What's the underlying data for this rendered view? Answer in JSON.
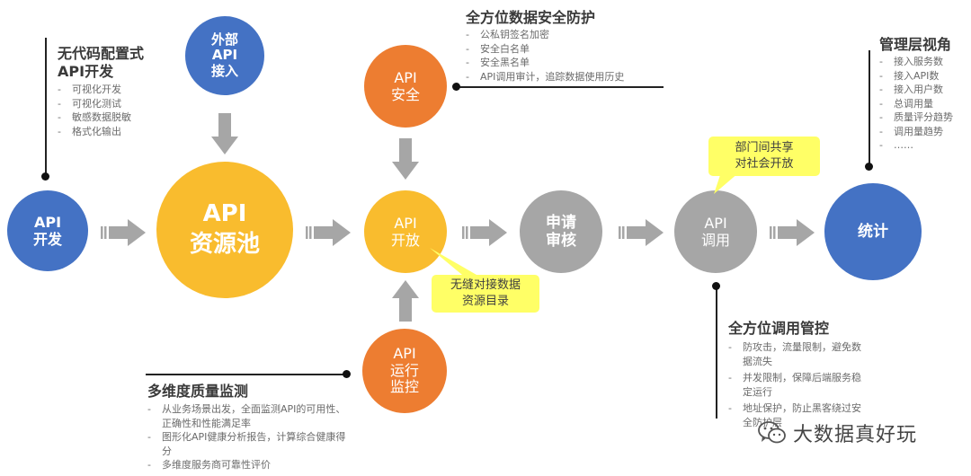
{
  "nodes": {
    "api_dev": [
      "API",
      "开发"
    ],
    "external_api": [
      "外部",
      "API",
      "接入"
    ],
    "resource_pool": [
      "API",
      "资源池"
    ],
    "security": [
      "API",
      "安全"
    ],
    "open": [
      "API",
      "开放"
    ],
    "monitor": [
      "API",
      "运行",
      "监控"
    ],
    "review": [
      "申请",
      "审核"
    ],
    "invoke": [
      "API",
      "调用"
    ],
    "stats": "统计"
  },
  "notes": {
    "seamless": [
      "无缝对接数据",
      "资源目录"
    ],
    "sharing": [
      "部门间共享",
      "对社会开放"
    ]
  },
  "annotations": {
    "lowcode": {
      "title": [
        "无代码配置式",
        "API开发"
      ],
      "items": [
        "可视化开发",
        "可视化测试",
        "敏感数据脱敏",
        "格式化输出"
      ]
    },
    "security": {
      "title": "全方位数据安全防护",
      "items": [
        "公私钥签名加密",
        "安全白名单",
        "安全黑名单",
        "API调用审计，追踪数据使用历史"
      ]
    },
    "management": {
      "title": "管理层视角",
      "items": [
        "接入服务数",
        "接入API数",
        "接入用户数",
        "总调用量",
        "质量评分趋势",
        "调用量趋势",
        "……"
      ]
    },
    "quality": {
      "title": "多维度质量监测",
      "items": [
        "从业务场景出发，全面监测API的可用性、正确性和性能满足率",
        "图形化API健康分析报告，计算综合健康得分",
        "多维度服务商可靠性评价"
      ]
    },
    "control": {
      "title": "全方位调用管控",
      "items": [
        "防攻击，流量限制，避免数据流失",
        "并发限制，保障后端服务稳定运行",
        "地址保护，防止黑客绕过安全防护层"
      ]
    }
  },
  "watermark": "大数据真好玩",
  "colors": {
    "blue": "#4472c4",
    "orange": "#ed7d31",
    "gold": "#f9bc2e",
    "gray": "#a6a6a6",
    "note_yellow": "#ffff66",
    "arrow_gray": "#a6a6a6"
  },
  "icons": [
    "wechat-icon"
  ]
}
